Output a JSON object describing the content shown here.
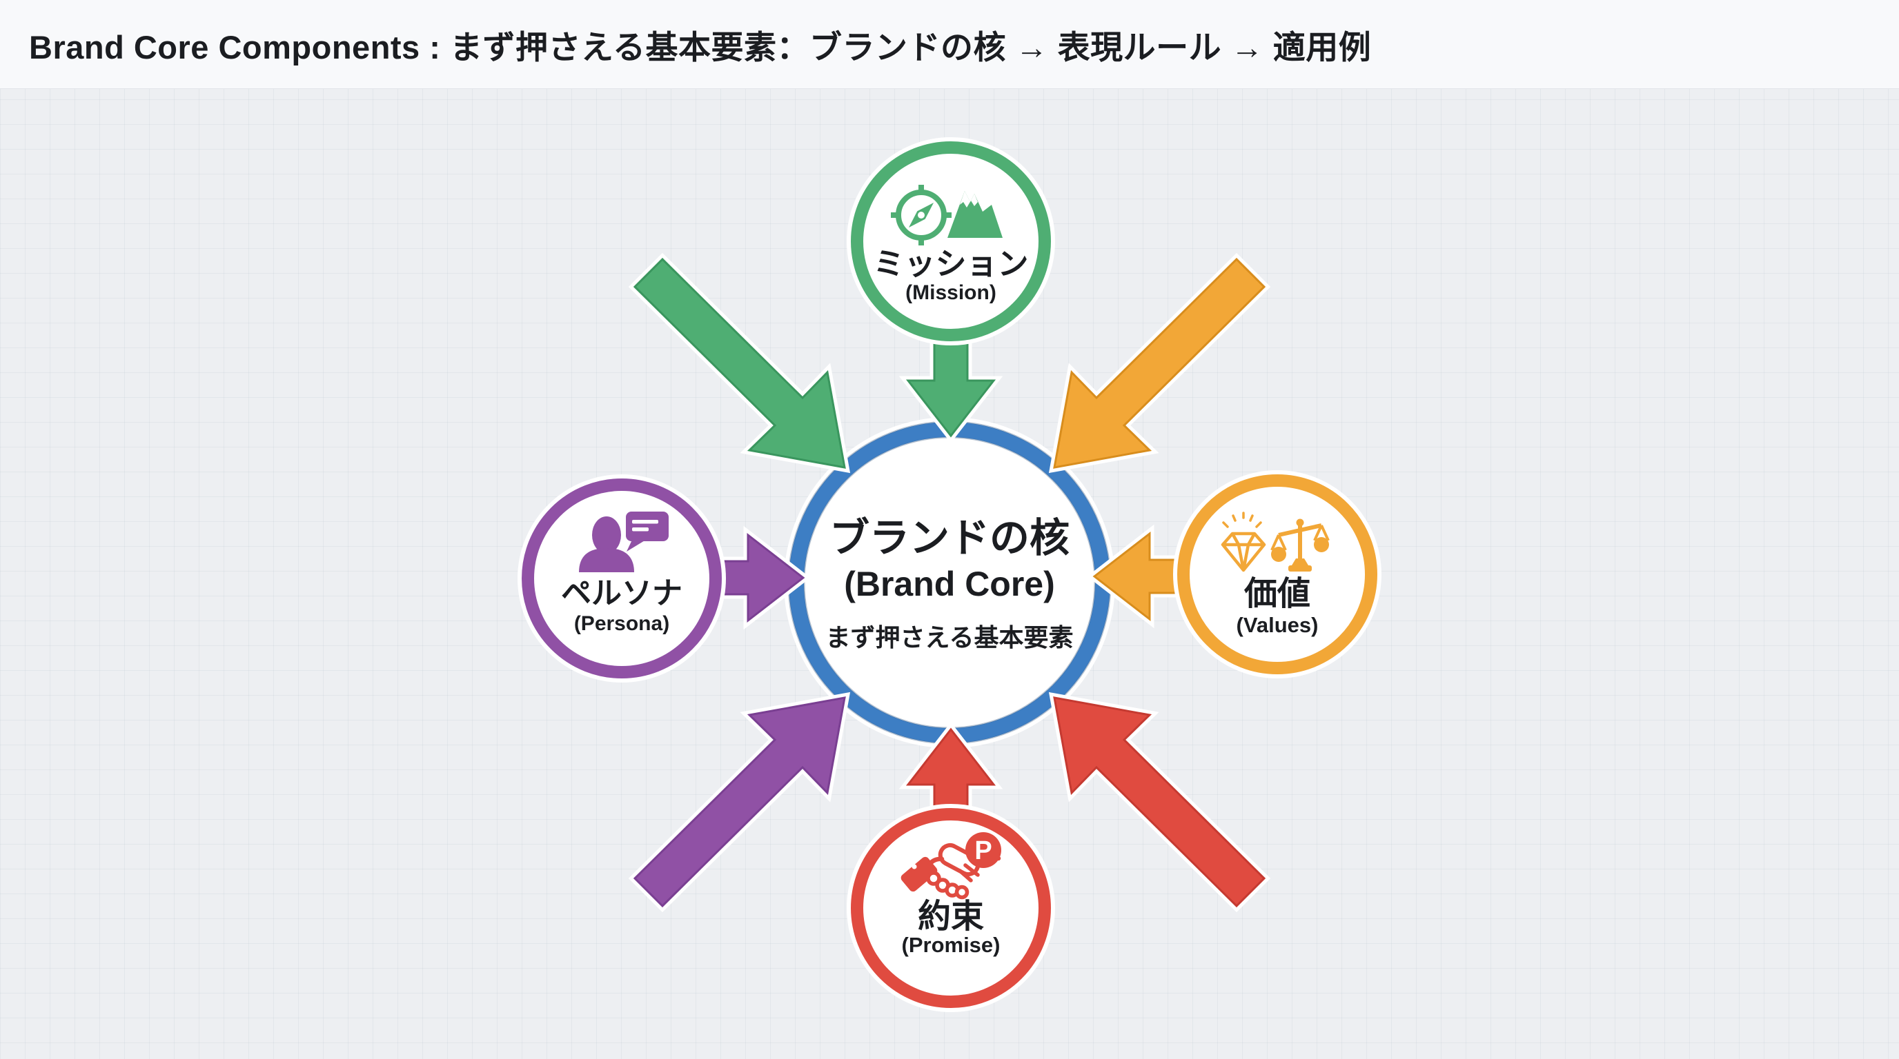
{
  "title": "Brand Core Components : まず押さえる基本要素：ブランドの核 → 表現ルール → 適用例",
  "center": {
    "label_ja": "ブランドの核",
    "label_en": "(Brand Core)",
    "subtitle": "まず押さえる基本要素",
    "color": "#3d7ec4"
  },
  "nodes": [
    {
      "id": "mission",
      "position": "top",
      "label_ja": "ミッション",
      "label_en": "(Mission)",
      "color": "#4fae73",
      "icons": [
        "compass-icon",
        "mountain-icon"
      ]
    },
    {
      "id": "values",
      "position": "right",
      "label_ja": "価値",
      "label_en": "(Values)",
      "color": "#f2a737",
      "icons": [
        "diamond-icon",
        "scales-icon"
      ]
    },
    {
      "id": "promise",
      "position": "bottom",
      "label_ja": "約束",
      "label_en": "(Promise)",
      "color": "#e04b40",
      "icons": [
        "handshake-icon",
        "p-badge-icon"
      ],
      "badge": "P"
    },
    {
      "id": "persona",
      "position": "left",
      "label_ja": "ペルソナ",
      "label_en": "(Persona)",
      "color": "#9051a5",
      "icons": [
        "person-icon",
        "speech-bubble-icon"
      ]
    }
  ],
  "colors": {
    "blue": "#3d7ec4",
    "blue_edge": "#2d649f",
    "green": "#4fae73",
    "green_edge": "#3a965e",
    "amber": "#f2a737",
    "amber_edge": "#d88d1d",
    "red": "#e04b40",
    "red_edge": "#c53a31",
    "purple": "#9051a5",
    "purple_edge": "#7a3f92",
    "bg": "#edeff2",
    "header_bg": "#f8f9fb",
    "text": "#1b1d21",
    "grid": "rgba(178,188,202,0.18)"
  }
}
